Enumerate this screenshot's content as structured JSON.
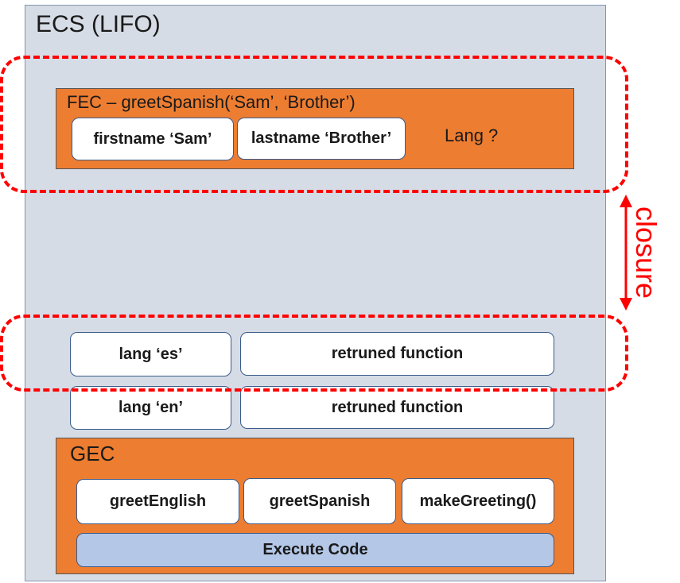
{
  "ecs": {
    "title": "ECS (LIFO)"
  },
  "fec": {
    "title": "FEC – greetSpanish(‘Sam’, ‘Brother’)",
    "firstname": "firstname ‘Sam’",
    "lastname": "lastname ‘Brother’",
    "lang": "Lang ?"
  },
  "closure": {
    "label": "closure"
  },
  "stack": {
    "lang_es": "lang ‘es’",
    "returned_es": "retruned function",
    "lang_en": "lang ‘en’",
    "returned_en": "retruned function"
  },
  "gec": {
    "title": "GEC",
    "greet_english": "greetEnglish",
    "greet_spanish": "greetSpanish",
    "make_greeting": "makeGreeting()",
    "execute_code": "Execute Code"
  },
  "colors": {
    "ecs_background": "#d6dce5",
    "context_fill": "#ed7d31",
    "execute_fill": "#b4c7e7",
    "highlight": "#ff0000"
  }
}
